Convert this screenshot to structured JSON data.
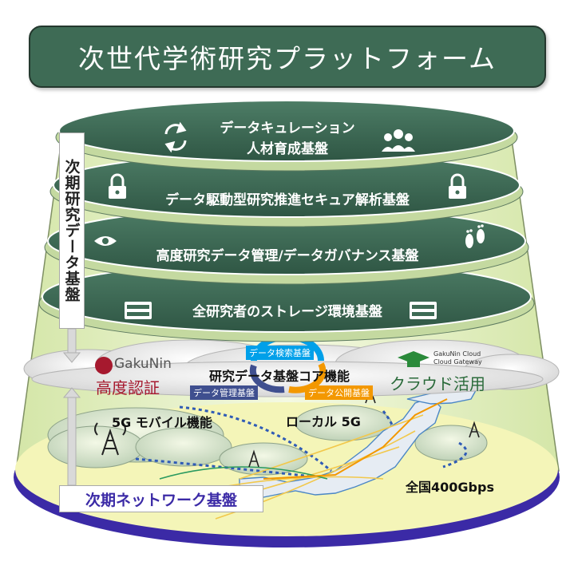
{
  "title": "次世代学術研究プラットフォーム",
  "side_label": "次期研究データ基盤",
  "layers": [
    {
      "line1": "データキュレーション",
      "line2": "人材育成基盤"
    },
    {
      "line1": "データ駆動型研究推進セキュア解析基盤"
    },
    {
      "line1": "高度研究データ管理/データガバナンス基盤"
    },
    {
      "line1": "全研究者のストレージ環境基盤"
    }
  ],
  "core": {
    "gakunin_logo": "GakuNin",
    "auth_label": "高度認証",
    "core_label": "研究データ基盤コア機能",
    "search_tag": "データ検索基盤",
    "manage_tag": "データ管理基盤",
    "publish_tag": "データ公開基盤",
    "cloud_logo_line1": "GakuNin Cloud",
    "cloud_logo_line2": "Cloud Gateway",
    "cloud_label": "クラウド活用"
  },
  "network": {
    "mobile_label": "5G モバイル機能",
    "local_label": "ローカル 5G",
    "speed_label": "全国400Gbps",
    "base_label": "次期ネットワーク基盤"
  },
  "colors": {
    "ring_green": "#3e6b55",
    "tag_blue": "#00a0e9",
    "tag_navy": "#3f4f8f",
    "tag_orange": "#f39800",
    "base_purple": "#3b2aa6"
  }
}
